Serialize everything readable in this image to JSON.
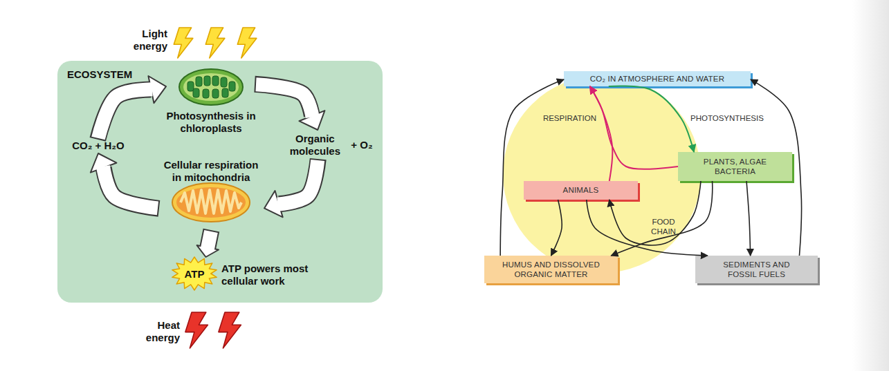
{
  "diagram": {
    "nodes": [
      {
        "text": [
          "ECOSYSTEM"
        ]
      },
      {
        "text": [
          "Photosynthesis in chloroplasts"
        ],
        "in": 0
      },
      {
        "text": [
          "Organic molecules",
          "+ O₂"
        ],
        "in": 0
      },
      {
        "text": [
          "Cellular respiration in mitochondria"
        ],
        "in": 0
      },
      {
        "text": [
          "CO₂ + H₂O"
        ],
        "in": 0
      },
      {
        "text": [
          "ATP"
        ],
        "in": 0
      },
      {
        "text": [
          "CO₂ IN ATMOSPHERE AND WATER"
        ]
      },
      {
        "text": [
          "PLANTS, ALGAE BACTERIA"
        ]
      },
      {
        "text": [
          "ANIMALS"
        ]
      },
      {
        "text": [
          "HUMUS AND DISSOLVED ORGANIC MATTER"
        ]
      },
      {
        "text": [
          "SEDIMENTS AND FOSSIL FUELS"
        ]
      }
    ],
    "edges": [
      {
        "from": 1,
        "to": 2,
        "arrow": "to"
      },
      {
        "from": 2,
        "to": 3,
        "arrow": "to"
      },
      {
        "from": 3,
        "to": 4,
        "arrow": "to"
      },
      {
        "from": 4,
        "to": 1,
        "arrow": "to"
      },
      {
        "from": 3,
        "to": 5,
        "arrow": "to"
      },
      {
        "from": 6,
        "to": 7,
        "label": "PHOTOSYNTHESIS",
        "arrow": "to"
      },
      {
        "from": 8,
        "to": 6,
        "label": "RESPIRATION",
        "arrow": "to"
      },
      {
        "from": 7,
        "to": 6,
        "arrow": "to"
      },
      {
        "from": 7,
        "to": 8,
        "label": "FOOD CHAIN",
        "arrow": "to"
      },
      {
        "from": 8,
        "to": 9,
        "arrow": "to"
      },
      {
        "from": 8,
        "to": 10,
        "arrow": "to"
      },
      {
        "from": 7,
        "to": 9,
        "arrow": "to"
      },
      {
        "from": 7,
        "to": 10,
        "arrow": "to"
      },
      {
        "from": 9,
        "to": 6,
        "arrow": "to"
      },
      {
        "from": 10,
        "to": 6,
        "arrow": "to"
      }
    ],
    "labels": [
      "Light energy",
      "ATP powers most cellular work",
      "Heat energy"
    ]
  }
}
